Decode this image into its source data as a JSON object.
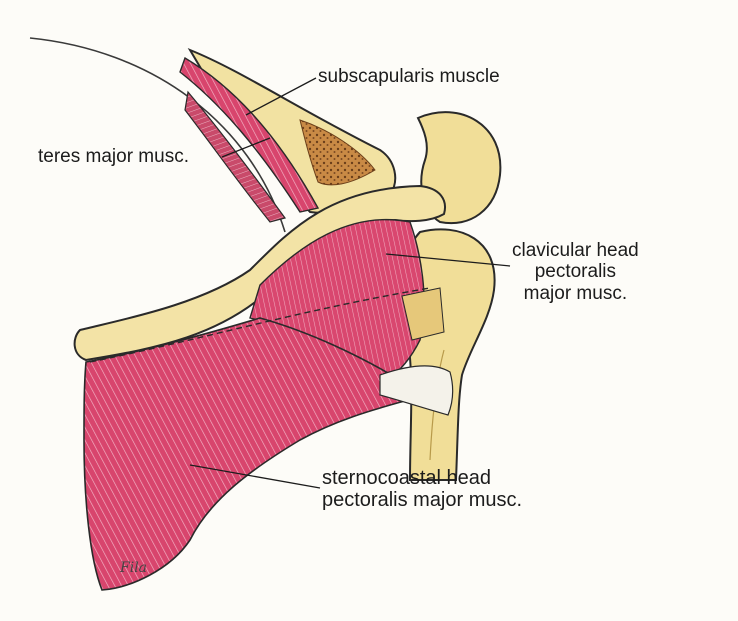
{
  "labels": {
    "subscapularis": "subscapularis muscle",
    "teres_major": "teres major musc.",
    "clavicular_head": [
      "clavicular head",
      "pectoralis",
      "major musc."
    ],
    "sternocostal_head": [
      "sternocoastal head",
      "pectoralis major musc."
    ]
  },
  "signature": "Fila",
  "colors": {
    "muscle": "#d8456d",
    "muscle_dark": "#a9284c",
    "bone": "#f3e3a6",
    "bone_edge": "#2a2a2a",
    "marrow": "#b4773a",
    "tendon": "#f4f2ea"
  }
}
